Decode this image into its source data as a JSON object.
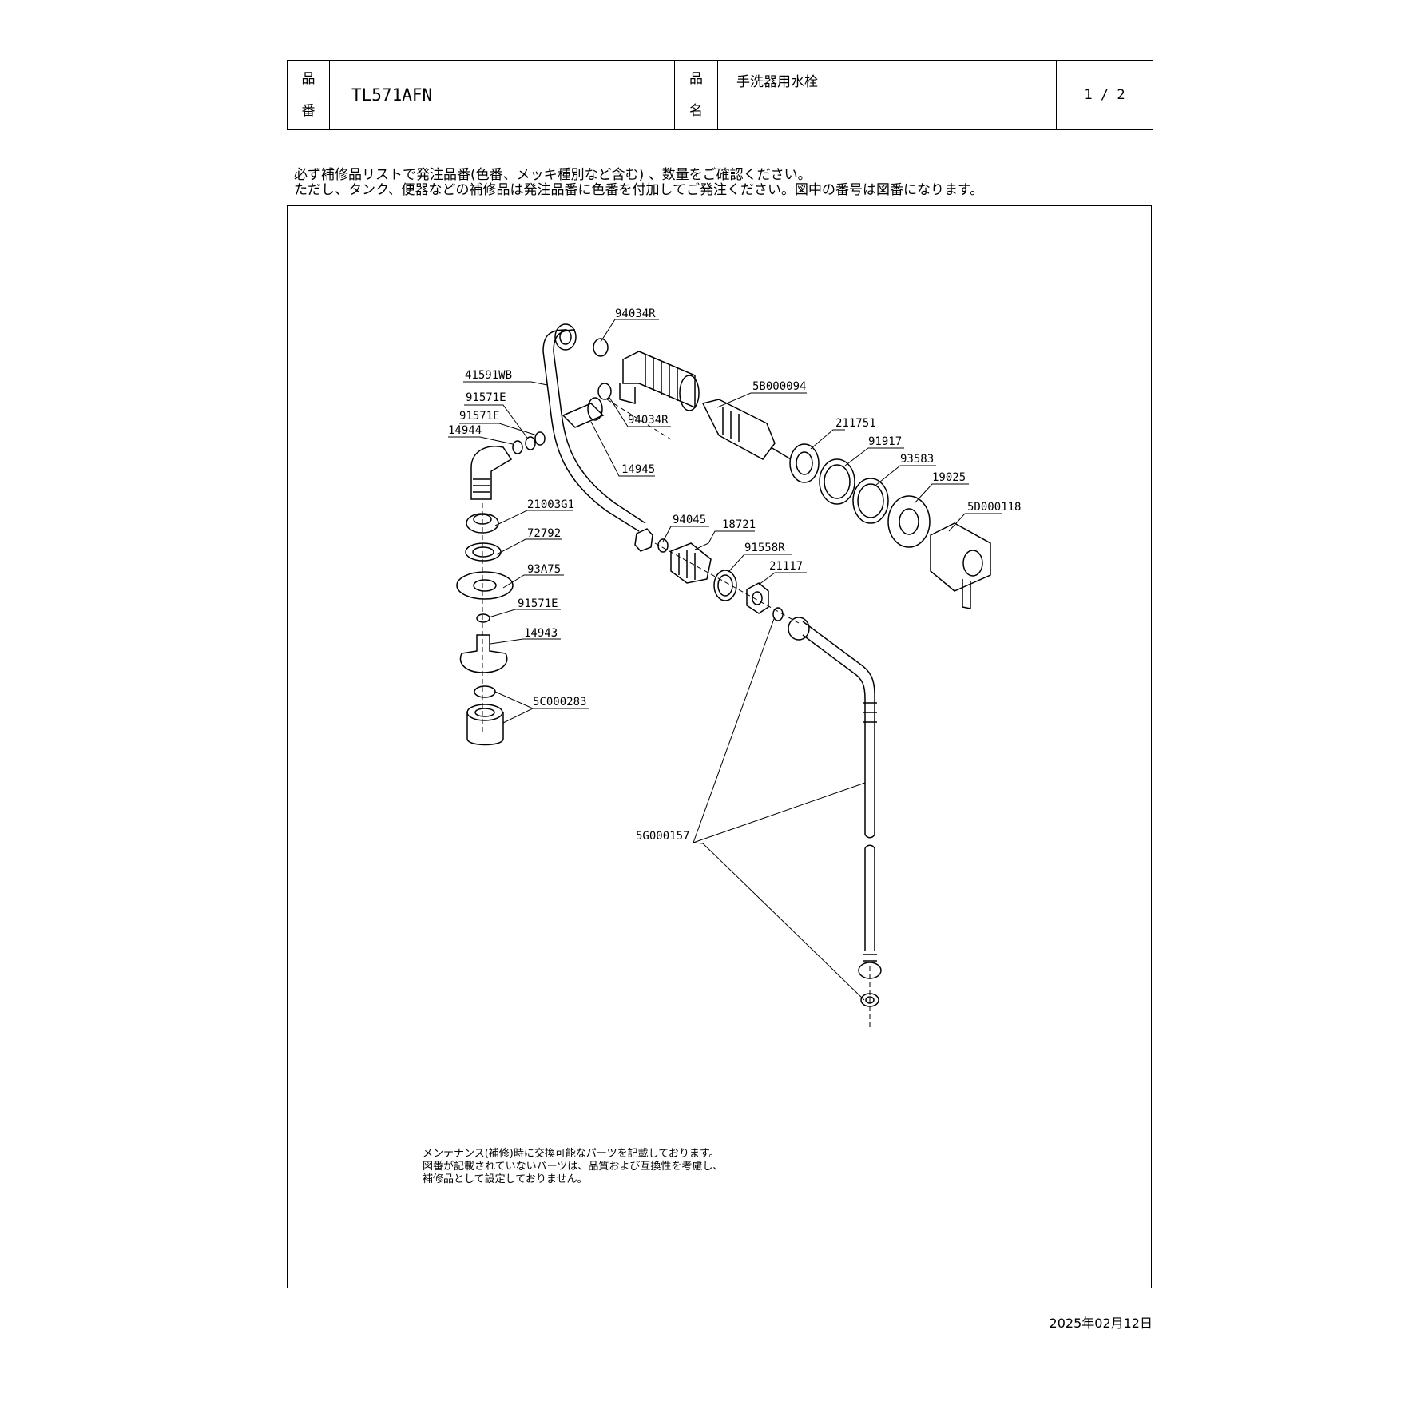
{
  "header": {
    "hinban_label": [
      "品",
      "番"
    ],
    "model_number": "TL571AFN",
    "hinmei_label": [
      "品",
      "名"
    ],
    "product_name": "手洗器用水栓",
    "page": "1 / 2"
  },
  "notice": [
    "必ず補修品リストで発注品番(色番、メッキ種別など含む) 、数量をご確認ください。",
    "ただし、タンク、便器などの補修品は発注品番に色番を付加してご発注ください。図中の番号は図番になります。"
  ],
  "parts": [
    {
      "id": "94034R"
    },
    {
      "id": "41591WB"
    },
    {
      "id": "91571E"
    },
    {
      "id": "91571E"
    },
    {
      "id": "14944"
    },
    {
      "id": "94034R"
    },
    {
      "id": "14945"
    },
    {
      "id": "5B000094"
    },
    {
      "id": "211751"
    },
    {
      "id": "91917"
    },
    {
      "id": "93583"
    },
    {
      "id": "19025"
    },
    {
      "id": "5D000118"
    },
    {
      "id": "21003G1"
    },
    {
      "id": "72792"
    },
    {
      "id": "93A75"
    },
    {
      "id": "91571E"
    },
    {
      "id": "14943"
    },
    {
      "id": "5C000283"
    },
    {
      "id": "94045"
    },
    {
      "id": "18721"
    },
    {
      "id": "91558R"
    },
    {
      "id": "21117"
    },
    {
      "id": "5G000157"
    }
  ],
  "maintenance_note": [
    "メンテナンス(補修)時に交換可能なパーツを記載しております。",
    "図番が記載されていないパーツは、品質および互換性を考慮し、",
    "補修品として設定しておりません。"
  ],
  "date": "2025年02月12日"
}
